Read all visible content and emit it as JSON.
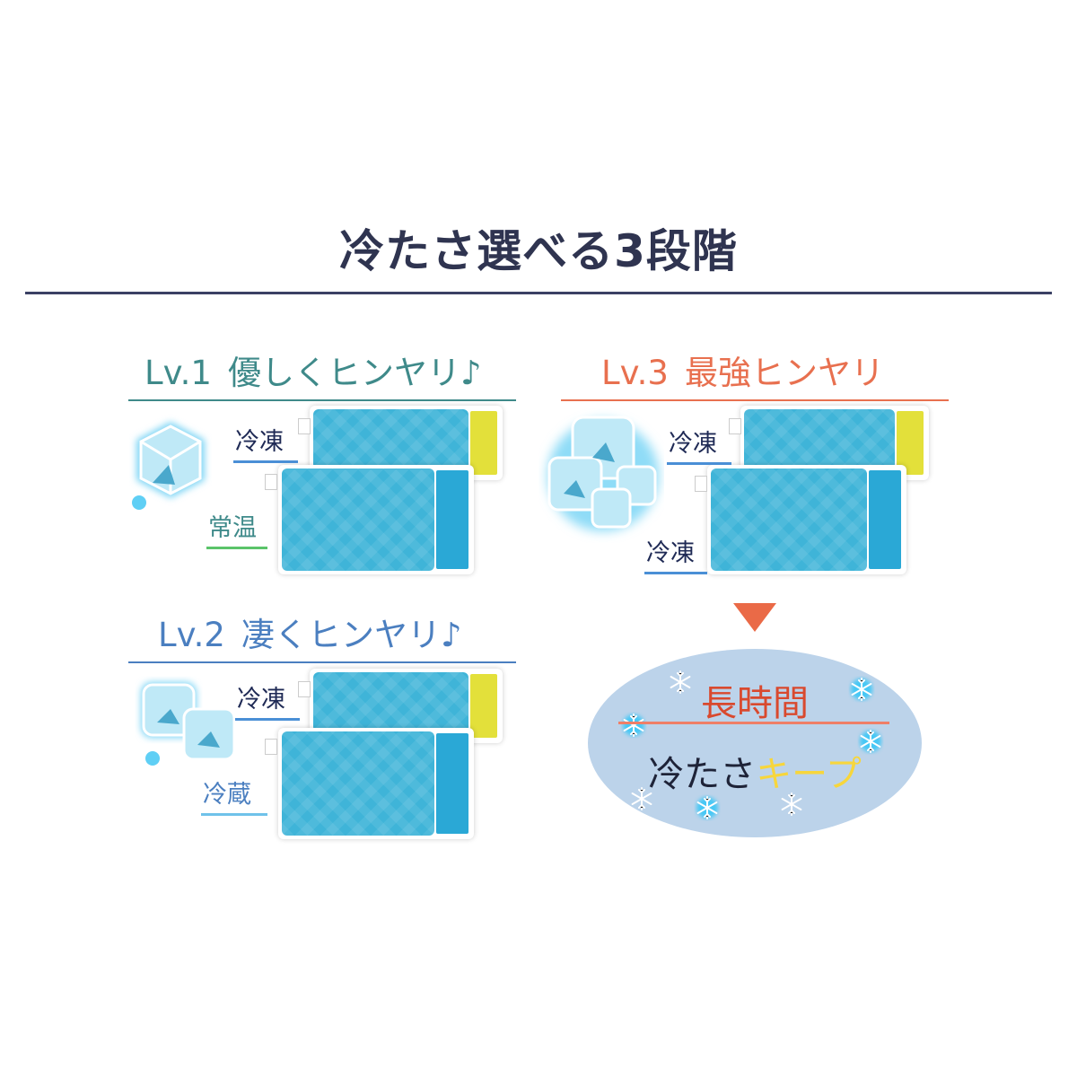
{
  "title": "冷たさ選べる3段階",
  "levels": [
    {
      "num": "Lv.1",
      "name": "優しくヒンヤリ♪",
      "color": "#3f8a8a",
      "top_label": "冷凍",
      "bottom_label": "常温"
    },
    {
      "num": "Lv.2",
      "name": "凄くヒンヤリ♪",
      "color": "#4b7fc0",
      "top_label": "冷凍",
      "bottom_label": "冷蔵"
    },
    {
      "num": "Lv.3",
      "name": "最強ヒンヤリ",
      "color": "#e8704f",
      "top_label": "冷凍",
      "bottom_label": "冷凍"
    }
  ],
  "result": {
    "line1": "長時間",
    "line2a": "冷たさ",
    "line2b": "キープ"
  },
  "colors": {
    "gel": "#3fb4d8",
    "frozen_strip": "#e3e03a",
    "side_panel": "#2aa8d6"
  }
}
